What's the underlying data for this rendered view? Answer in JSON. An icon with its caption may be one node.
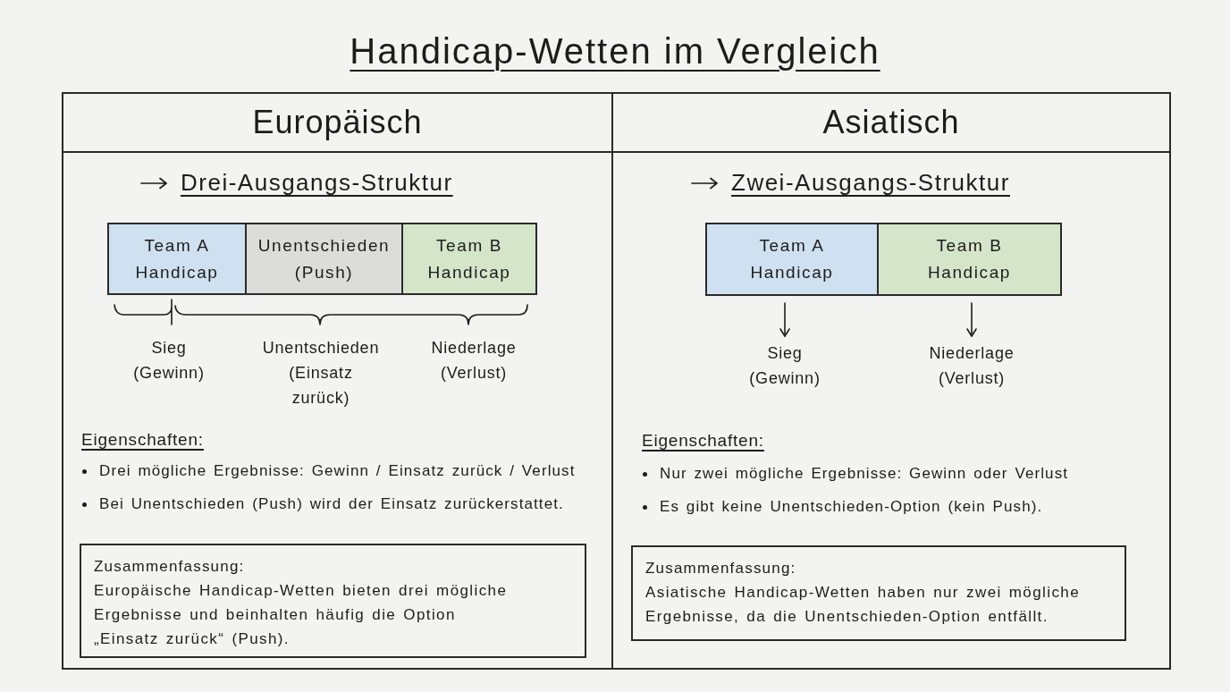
{
  "diagram": {
    "title": "Handicap-Wetten im Vergleich",
    "nodes": [
      {
        "text": [
          "Europäisch"
        ]
      },
      {
        "text": [
          "Team A Handicap"
        ],
        "in": 0
      },
      {
        "text": [
          "Unentschieden (Push)"
        ],
        "in": 0
      },
      {
        "text": [
          "Team B Handicap"
        ],
        "in": 0
      },
      {
        "text": [
          "Zusammenfassung:",
          "Europäische Handicap-Wetten bieten drei mögliche Ergebnisse und beinhalten häufig die Option „Einsatz zurück“ (Push)."
        ],
        "in": 0
      },
      {
        "text": [
          "Asiatisch"
        ]
      },
      {
        "text": [
          "Team A Handicap"
        ],
        "in": 5
      },
      {
        "text": [
          "Team B Handicap"
        ],
        "in": 5
      },
      {
        "text": [
          "Sieg (Gewinn)"
        ],
        "in": 5
      },
      {
        "text": [
          "Niederlage (Verlust)"
        ],
        "in": 5
      },
      {
        "text": [
          "Zusammenfassung:",
          "Asiatische Handicap-Wetten haben nur zwei mögliche Ergebnisse, da die Unentschieden-Option entfällt."
        ],
        "in": 5
      }
    ],
    "edges": [
      {
        "from": 6,
        "to": 8,
        "arrow": "to"
      },
      {
        "from": 7,
        "to": 9,
        "arrow": "to"
      }
    ],
    "labels": [
      "Drei-Ausgangs-Struktur",
      "Sieg (Gewinn)",
      "Unentschieden (Einsatz zurück)",
      "Niederlage (Verlust)",
      "Eigenschaften:",
      "Drei mögliche Ergebnisse: Gewinn / Einsatz zurück / Verlust",
      "Bei Unentschieden (Push) wird der Einsatz zurückerstattet.",
      "Zwei-Ausgangs-Struktur",
      "Eigenschaften:",
      "Nur zwei mögliche Ergebnisse: Gewinn oder Verlust",
      "Es gibt keine Unentschieden-Option (kein Push)."
    ]
  }
}
